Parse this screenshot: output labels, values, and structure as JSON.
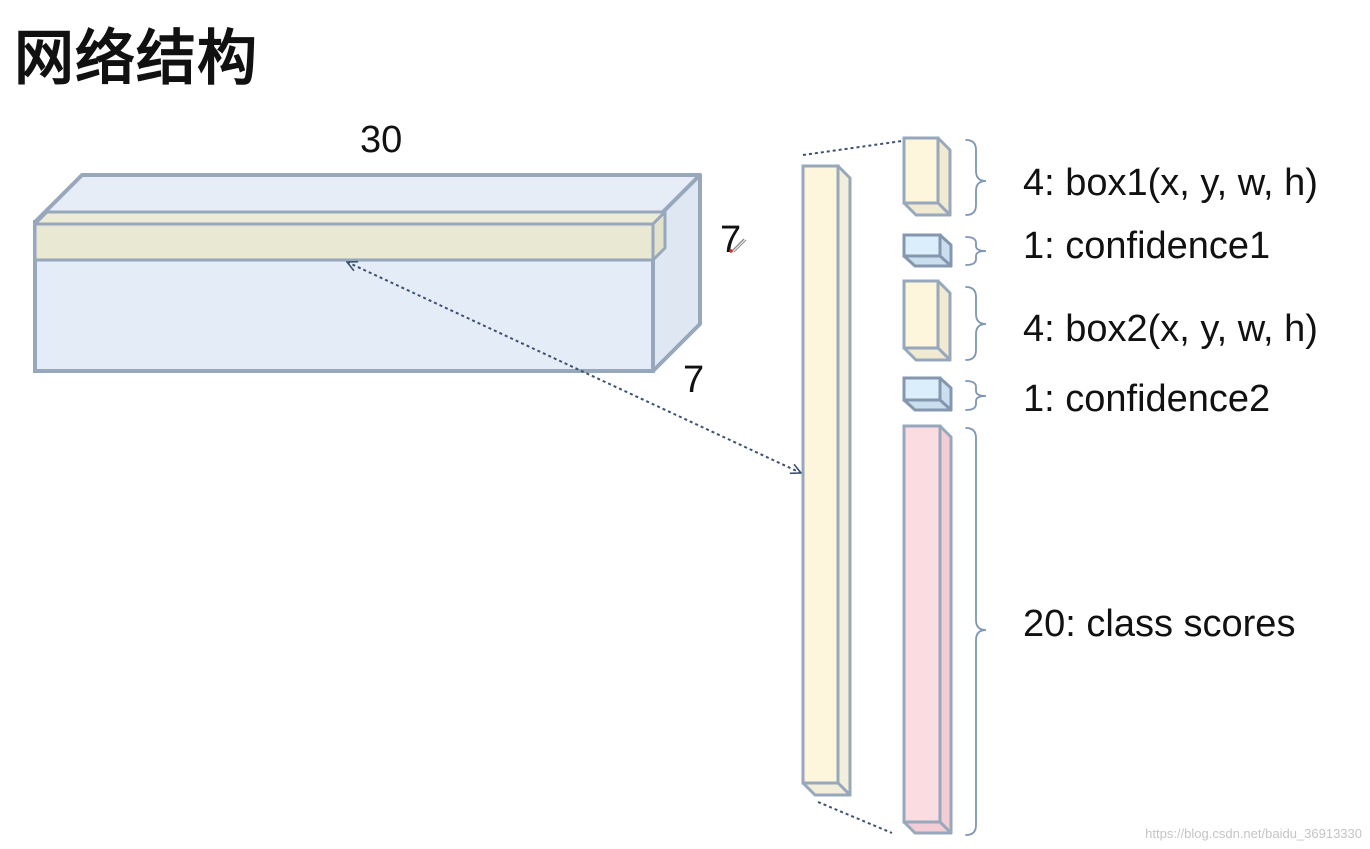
{
  "title": "网络结构",
  "tensor": {
    "width_label": "30",
    "height_label": "7",
    "depth_label": "7"
  },
  "vector_parts": [
    {
      "id": "box1",
      "label": "4: box1(x, y, w, h)",
      "size": 4
    },
    {
      "id": "confidence1",
      "label": "1: confidence1",
      "size": 1
    },
    {
      "id": "box2",
      "label": "4: box2(x, y, w, h)",
      "size": 4
    },
    {
      "id": "confidence2",
      "label": "1: confidence2",
      "size": 1
    },
    {
      "id": "class-scores",
      "label": "20: class scores",
      "size": 20
    }
  ],
  "watermark": "https://blog.csdn.net/baidu_36913330",
  "colors": {
    "outline": "#97a8bc",
    "tensor_fill": "#e4ecf7",
    "row_fill": "#e9e8d2",
    "box_fill": "#fdf6dc",
    "confidence_fill": "#dbeefb",
    "class_fill": "#fbdde1",
    "bracket": "#7f96b4",
    "arrow": "#3d5270"
  }
}
